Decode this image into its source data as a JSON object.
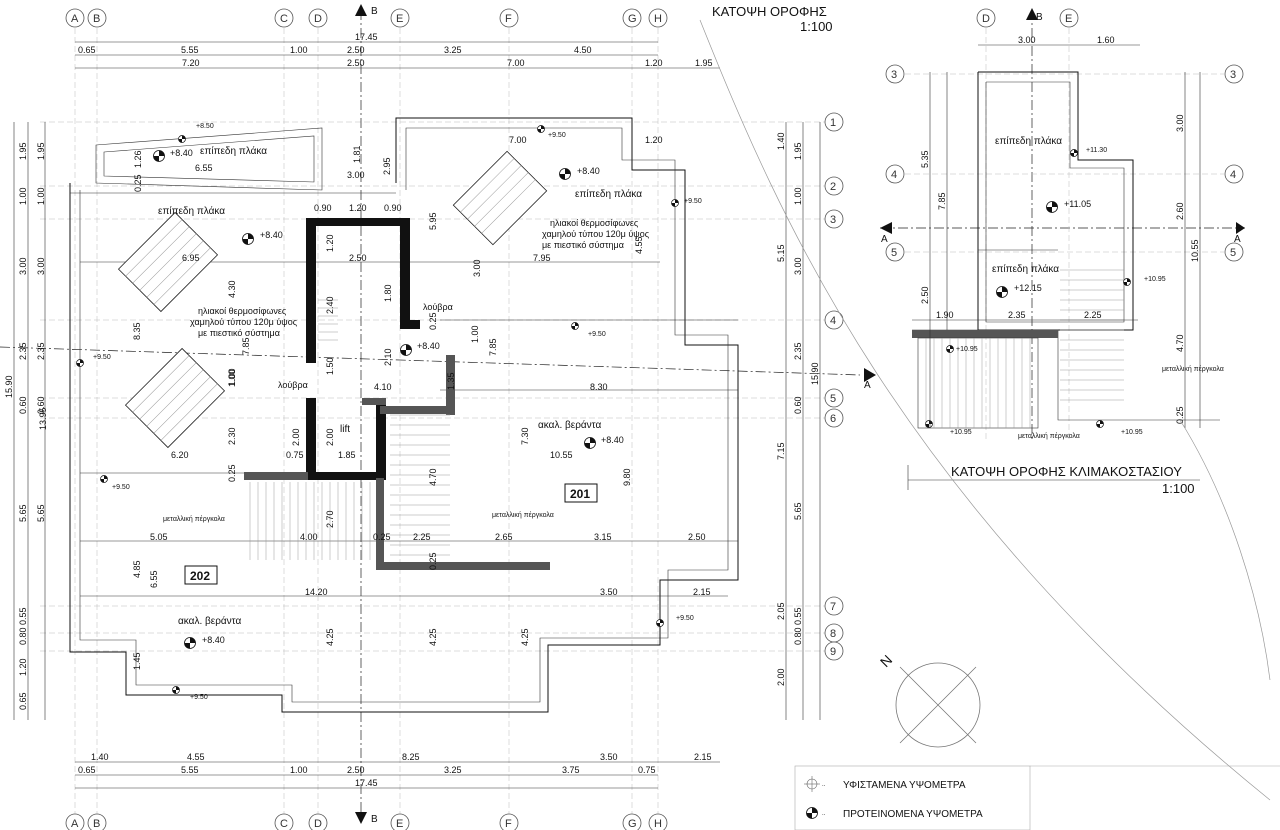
{
  "main_plan": {
    "title": "ΚΑΤΟΨΗ ΟΡΟΦΗΣ",
    "scale": "1:100",
    "top_grid": [
      "A",
      "B",
      "C",
      "D",
      "E",
      "F",
      "G",
      "H"
    ],
    "bottom_grid": [
      "A",
      "B",
      "C",
      "D",
      "E",
      "F",
      "G",
      "H"
    ],
    "right_grid": [
      "1",
      "2",
      "3",
      "4",
      "5",
      "6",
      "7",
      "8",
      "9"
    ],
    "top_dims_row1": [
      "17.45"
    ],
    "top_dims_row2": [
      "0.65",
      "5.55",
      "1.00",
      "2.50",
      "3.25",
      "4.50"
    ],
    "top_dims_row3": [
      "7.20",
      "2.50",
      "7.00",
      "1.20",
      "1.95"
    ],
    "bottom_dims_row1": [
      "1.40",
      "4.55",
      "8.25",
      "3.50",
      "2.15"
    ],
    "bottom_dims_row2": [
      "0.65",
      "5.55",
      "1.00",
      "2.50",
      "3.25",
      "3.75",
      "0.75"
    ],
    "bottom_dims_row3": [
      "17.45"
    ],
    "left_dims_outer": [
      "1.95",
      "1.00",
      "3.00",
      "2.35",
      "0.60",
      "5.65",
      "0.55",
      "0.80",
      "1.20",
      "0.65"
    ],
    "left_dims_total": [
      "15.90",
      "13.95"
    ],
    "right_dims": [
      "1.40",
      "1.95",
      "1.00",
      "3.00",
      "5.15",
      "2.35",
      "0.60",
      "15.90",
      "7.15",
      "5.65",
      "2.05",
      "0.55",
      "0.80",
      "2.00"
    ],
    "section_label": "A",
    "section_label_b": "B",
    "room_labels": {
      "flat_slab": "επίπεδη πλάκα",
      "veranda": "ακαλ. βεράντα",
      "lift": "lift",
      "louvre": "λούβρα",
      "pergola": "μεταλλική πέργκολα",
      "solar_text_1": "ηλιακοί θερμοσίφωνες",
      "solar_text_2": "χαμηλού τύπου 120μ ύψος",
      "solar_text_3": "με πιεστικό σύστημα",
      "unit_201": "201",
      "unit_202": "202"
    },
    "levels": {
      "lvl_850": "+8.50",
      "lvl_840": "+8.40",
      "lvl_950": "+9.50"
    },
    "inner_dims": [
      "1.26",
      "0.25",
      "6.55",
      "3.00",
      "1.81",
      "2.95",
      "5.95",
      "7.00",
      "1.20",
      "0.90",
      "1.20",
      "0.90",
      "6.95",
      "2.50",
      "7.95",
      "8.35",
      "4.30",
      "1.20",
      "2.40",
      "1.80",
      "3.00",
      "4.55",
      "7.85",
      "1.00",
      "2.10",
      "1.00",
      "0.25",
      "1.35",
      "1.50",
      "4.10",
      "8.30",
      "7.85",
      "1.00",
      "2.30",
      "2.00",
      "0.75",
      "2.00",
      "1.85",
      "6.20",
      "0.25",
      "7.30",
      "10.55",
      "9.80",
      "4.70",
      "5.05",
      "4.00",
      "0.25",
      "2.25",
      "2.65",
      "3.15",
      "2.50",
      "2.70",
      "14.20",
      "3.50",
      "2.15",
      "4.85",
      "6.55",
      "1.45",
      "4.25",
      "4.25",
      "4.25",
      "0.25"
    ]
  },
  "stair_plan": {
    "title": "ΚΑΤΟΨΗ ΟΡΟΦΗΣ ΚΛΙΜΑΚΟΣΤΑΣΙΟΥ",
    "scale": "1:100",
    "top_grid": [
      "D",
      "E"
    ],
    "side_grid": [
      "3",
      "4",
      "5"
    ],
    "section_label": "A",
    "section_label_b": "B",
    "top_dims": [
      "3.00",
      "1.60"
    ],
    "dims": [
      "5.35",
      "7.85",
      "10.55",
      "2.60",
      "3.00",
      "4.70",
      "0.25",
      "2.50",
      "1.90",
      "2.35",
      "2.25"
    ],
    "labels": {
      "flat_slab": "επίπεδη πλάκα",
      "pergola": "μεταλλική πέργκολα"
    },
    "levels": [
      "+11.30",
      "+11.05",
      "+12.15",
      "+10.95",
      "+10.95",
      "+10.95",
      "+10.95"
    ]
  },
  "legend": {
    "existing": "ΥΦΙΣΤΑΜΕΝΑ ΥΨΟΜΕΤΡΑ",
    "proposed": "ΠΡΟΤΕΙΝΟΜΕΝΑ ΥΨΟΜΕΤΡΑ"
  },
  "north_label": "N"
}
